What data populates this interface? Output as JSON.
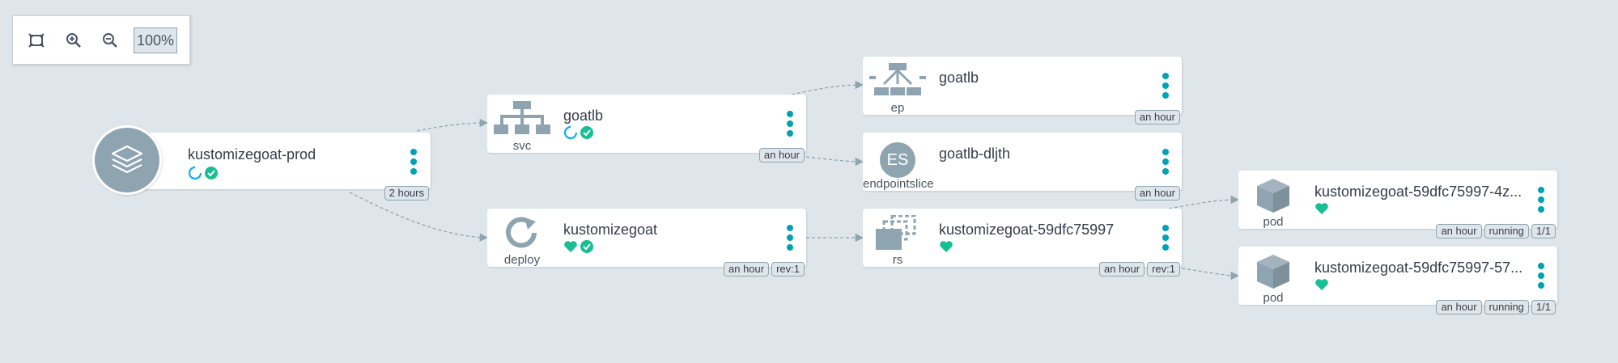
{
  "zoom": {
    "level": "100%",
    "buttons": [
      "fit-icon",
      "zoom-in-icon",
      "zoom-out-icon"
    ]
  },
  "colors": {
    "background": "#dee6eb",
    "accent": "#00a2b3",
    "healthy": "#18be94",
    "progressing": "#0dadea",
    "icon_gray": "#8fa4b1"
  },
  "app": {
    "title": "kustomizegoat-prod",
    "status": [
      "progressing-icon",
      "synced-icon"
    ],
    "tags": [
      "2 hours"
    ]
  },
  "nodes": [
    {
      "kind": "svc",
      "title": "goatlb",
      "status": [
        "progressing-icon",
        "synced-icon"
      ],
      "tags": [
        "an hour"
      ],
      "icon": "network-icon"
    },
    {
      "kind": "deploy",
      "title": "kustomizegoat",
      "status": [
        "heart-icon",
        "synced-icon"
      ],
      "tags": [
        "an hour",
        "rev:1"
      ],
      "icon": "sync-icon"
    },
    {
      "kind": "ep",
      "title": "goatlb",
      "status": [],
      "tags": [
        "an hour"
      ],
      "icon": "endpoints-icon"
    },
    {
      "kind": "endpointslice",
      "title": "goatlb-dljth",
      "status": [],
      "tags": [
        "an hour"
      ],
      "icon_text": "ES"
    },
    {
      "kind": "rs",
      "title": "kustomizegoat-59dfc75997",
      "status": [
        "heart-icon"
      ],
      "tags": [
        "an hour",
        "rev:1"
      ],
      "icon": "replicaset-icon"
    },
    {
      "kind": "pod",
      "title": "kustomizegoat-59dfc75997-4z...",
      "status": [
        "heart-icon"
      ],
      "tags": [
        "an hour",
        "running",
        "1/1"
      ],
      "icon": "cube-icon"
    },
    {
      "kind": "pod",
      "title": "kustomizegoat-59dfc75997-57...",
      "status": [
        "heart-icon"
      ],
      "tags": [
        "an hour",
        "running",
        "1/1"
      ],
      "icon": "cube-icon"
    }
  ]
}
